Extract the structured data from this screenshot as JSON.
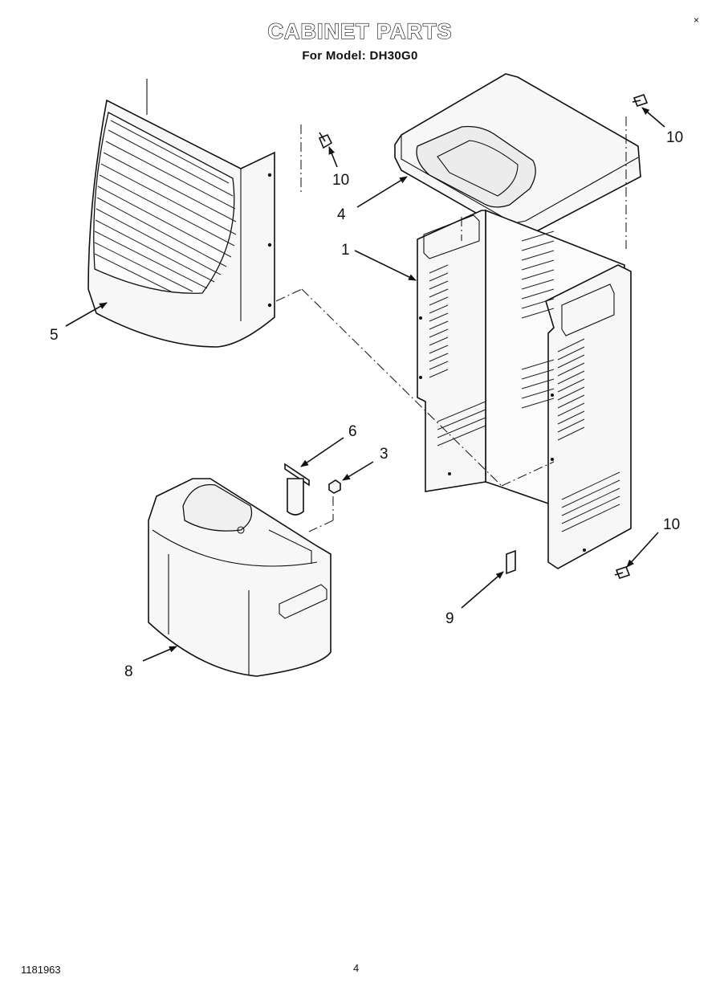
{
  "page": {
    "title": "CABINET PARTS",
    "subtitle": "For Model: DH30G0",
    "corner_mark": "×",
    "document_number": "1181963",
    "page_number": "4"
  },
  "callouts": {
    "part_1": "1",
    "part_3": "3",
    "part_4": "4",
    "part_5": "5",
    "part_6": "6",
    "part_8": "8",
    "part_9": "9",
    "part_10_top_left": "10",
    "part_10_top_right": "10",
    "part_10_bottom_right": "10"
  }
}
